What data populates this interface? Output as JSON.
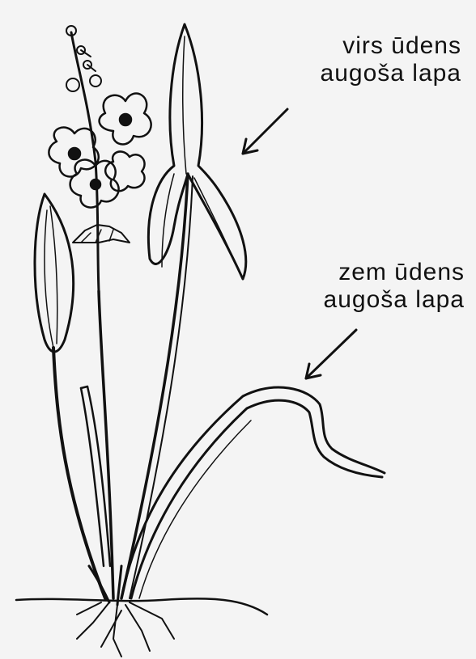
{
  "labels": {
    "emergent_leaf": {
      "line1": "virs ūdens",
      "line2": "augoša lapa"
    },
    "submerged_leaf": {
      "line1": "zem ūdens",
      "line2": "augoša lapa"
    }
  },
  "colors": {
    "background": "#f4f4f4",
    "ink": "#111111"
  }
}
